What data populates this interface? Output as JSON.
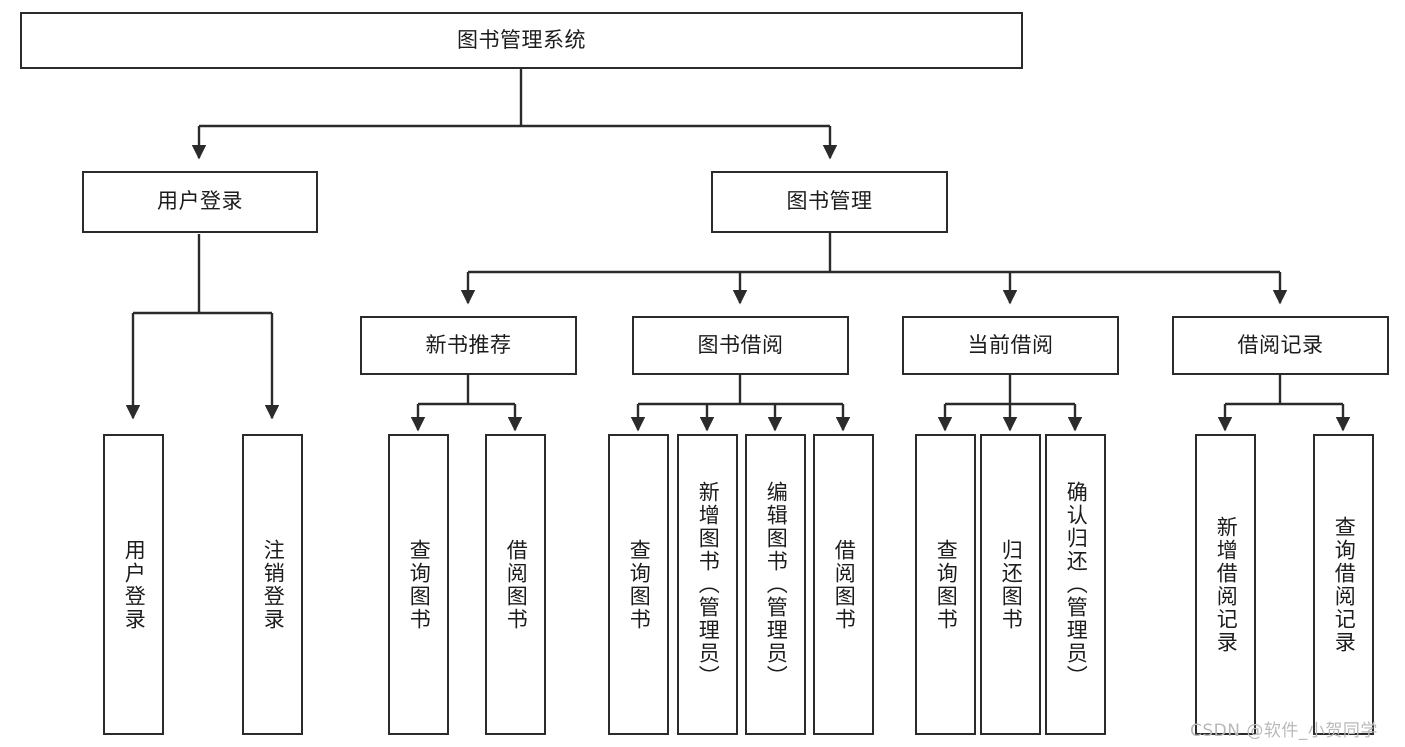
{
  "diagram": {
    "type": "tree",
    "title": "图书管理系统",
    "root": {
      "label": "图书管理系统"
    },
    "level1": [
      {
        "label": "用户登录"
      },
      {
        "label": "图书管理"
      }
    ],
    "level2": [
      {
        "label": "新书推荐"
      },
      {
        "label": "图书借阅"
      },
      {
        "label": "当前借阅"
      },
      {
        "label": "借阅记录"
      }
    ],
    "leaves": {
      "user_login": [
        {
          "label": "用户登录"
        },
        {
          "label": "注销登录"
        }
      ],
      "new_book_recommend": [
        {
          "label": "查询图书"
        },
        {
          "label": "借阅图书"
        }
      ],
      "book_borrow": [
        {
          "label": "查询图书"
        },
        {
          "label": "新增图书（管理员）"
        },
        {
          "label": "编辑图书（管理员）"
        },
        {
          "label": "借阅图书"
        }
      ],
      "current_borrow": [
        {
          "label": "查询图书"
        },
        {
          "label": "归还图书"
        },
        {
          "label": "确认归还（管理员）"
        }
      ],
      "borrow_record": [
        {
          "label": "新增借阅记录"
        },
        {
          "label": "查询借阅记录"
        }
      ]
    }
  },
  "watermark": {
    "text": "CSDN @软件_小贺同学"
  },
  "colors": {
    "stroke": "#2b2b2b",
    "fill": "#ffffff",
    "text": "#1c1c1c",
    "watermark": "#b9b9b9"
  }
}
